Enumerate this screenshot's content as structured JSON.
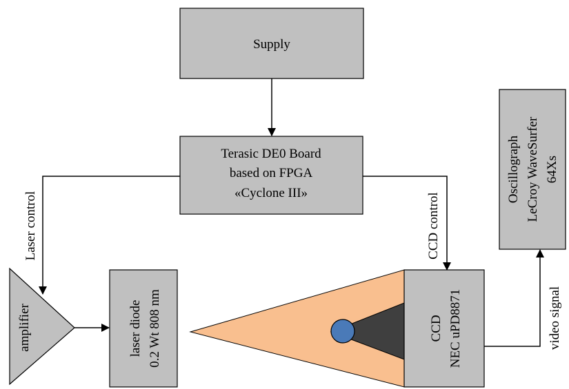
{
  "colors": {
    "box_fill": "#c0c0c0",
    "beam_fill": "#f9bf8f",
    "shadow_fill": "#3f3f3f",
    "object_fill": "#4a7ab8",
    "line": "#000000"
  },
  "blocks": {
    "supply": {
      "label": "Supply"
    },
    "board": {
      "lines": [
        "Terasic DE0 Board",
        "based on FPGA",
        "«Cyclone III»"
      ]
    },
    "oscillograph": {
      "lines": [
        "Oscillograph",
        "LeCroy WaveSurfer",
        "64Xs"
      ]
    },
    "amplifier": {
      "label": "amplifier"
    },
    "laser": {
      "lines": [
        "laser diode",
        "0.2 Wt 808 nm"
      ]
    },
    "ccd": {
      "lines": [
        "CCD",
        "NEC uPD8871"
      ]
    }
  },
  "connections": {
    "laser_control": "Laser control",
    "ccd_control": "CCD control",
    "video_signal": "video signal"
  }
}
